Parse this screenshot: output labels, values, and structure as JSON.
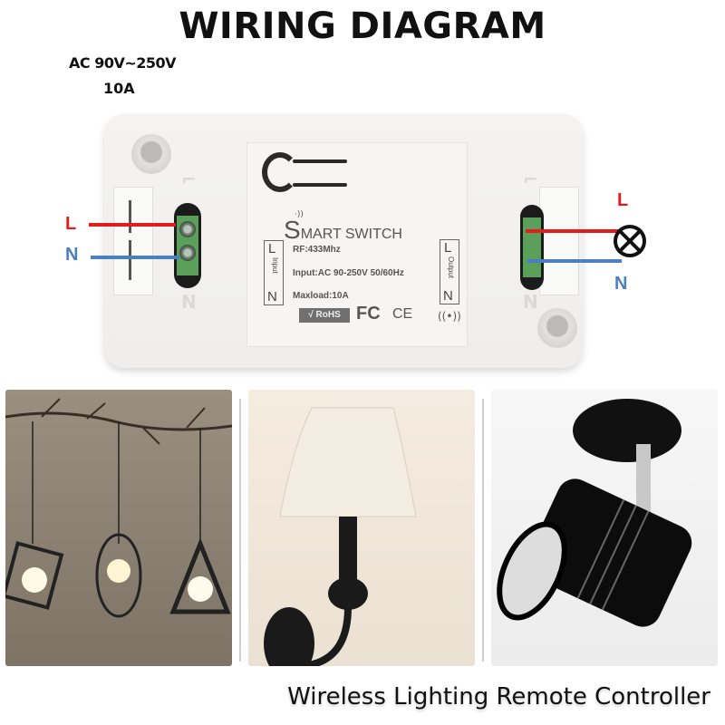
{
  "title": "WIRING DIAGRAM",
  "specs": {
    "voltage": "AC 90V~250V",
    "current": "10A"
  },
  "device": {
    "brand_first": "S",
    "brand_rest": "MART SWITCH",
    "rf": "RF:433Mhz",
    "input": "Input:AC 90-250V 50/60Hz",
    "maxload": "Maxload:10A",
    "input_box": {
      "top": "L",
      "bottom": "N",
      "label": "Input"
    },
    "output_box": {
      "top": "L",
      "bottom": "N",
      "label": "Output"
    },
    "rohs": "√ RoHS",
    "fc": "FC",
    "ce": "CE",
    "signal_icon": "wifi-icon"
  },
  "wiring": {
    "input": {
      "live": "L",
      "neutral": "N"
    },
    "output": {
      "live": "L",
      "neutral": "N"
    },
    "colors": {
      "live": "#e31c1c",
      "neutral": "#4a7fc0"
    },
    "load_icon": "lamp-symbol-icon"
  },
  "photos": [
    {
      "name": "pendant-lights"
    },
    {
      "name": "wall-sconce"
    },
    {
      "name": "spotlight"
    }
  ],
  "caption": "Wireless Lighting Remote Controller"
}
